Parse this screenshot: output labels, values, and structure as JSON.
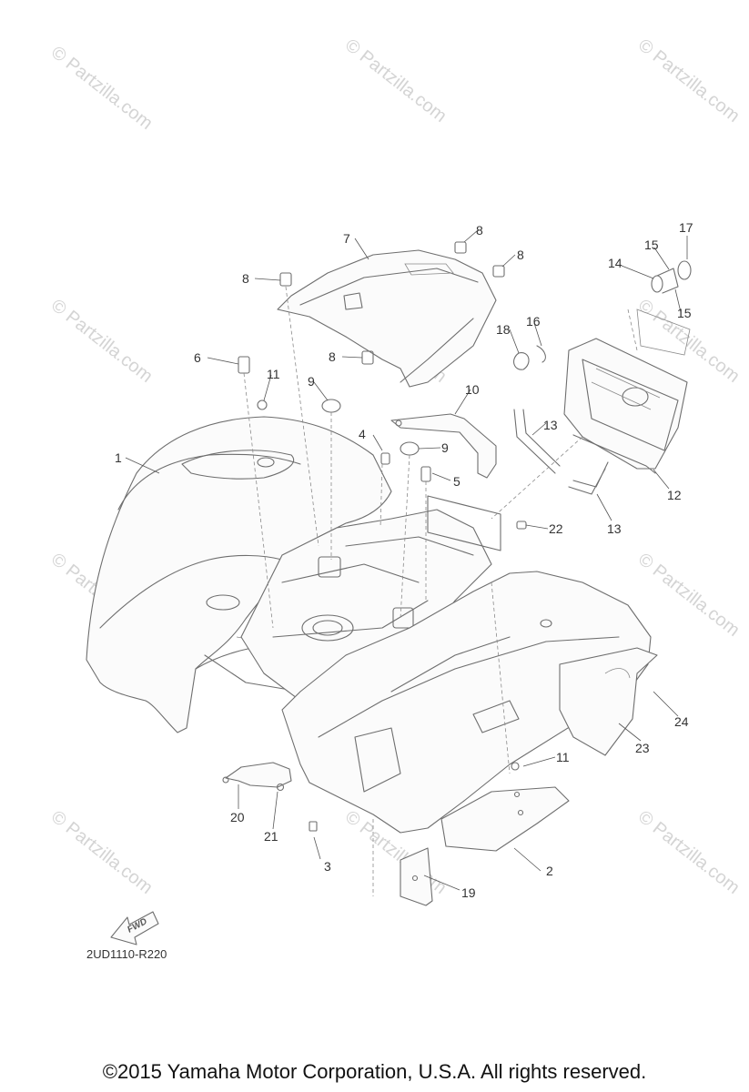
{
  "watermark": {
    "text": "© Partzilla.com"
  },
  "diagram": {
    "code": "2UD1110-R220",
    "fwd_label": "FWD",
    "callouts": {
      "c1": "1",
      "c2": "2",
      "c3": "3",
      "c4": "4",
      "c5": "5",
      "c6": "6",
      "c7": "7",
      "c8a": "8",
      "c8b": "8",
      "c8c": "8",
      "c8d": "8",
      "c9a": "9",
      "c9b": "9",
      "c10": "10",
      "c11a": "11",
      "c11b": "11",
      "c12": "12",
      "c13a": "13",
      "c13b": "13",
      "c14": "14",
      "c15a": "15",
      "c15b": "15",
      "c16": "16",
      "c17": "17",
      "c18": "18",
      "c19": "19",
      "c20": "20",
      "c21": "21",
      "c22": "22",
      "c23": "23",
      "c24": "24"
    }
  },
  "footer": {
    "copyright": "©2015 Yamaha Motor Corporation, U.S.A. All rights reserved."
  }
}
